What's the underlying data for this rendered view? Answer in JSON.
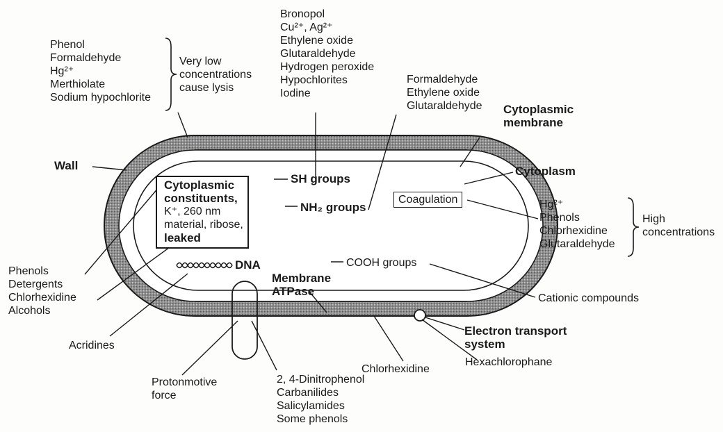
{
  "labels": {
    "group_lysis": [
      "Phenol",
      "Formaldehyde",
      "Hg²⁺",
      "Merthiolate",
      "Sodium hypochlorite"
    ],
    "lysis_note": [
      "Very low",
      "concentrations",
      "cause lysis"
    ],
    "group_sh_agents": [
      "Bronopol",
      "Cu²⁺, Ag²⁺",
      "Ethylene oxide",
      "Glutaraldehyde",
      "Hydrogen peroxide",
      "Hypochlorites",
      "Iodine"
    ],
    "group_nh2_agents": [
      "Formaldehyde",
      "Ethylene oxide",
      "Glutaraldehyde"
    ],
    "cytoplasmic_membrane": [
      "Cytoplasmic",
      "membrane"
    ],
    "wall": "Wall",
    "cytoplasm": "Cytoplasm",
    "sh_groups": "SH groups",
    "nh2_groups": "NH₂ groups",
    "cyto_box": {
      "title1": "Cytoplasmic",
      "title2": "constituents,",
      "line3": "K⁺, 260 nm",
      "line4": "material, ribose,",
      "line5": "leaked"
    },
    "coagulation": "Coagulation",
    "group_coag": [
      "Hg²⁺",
      "Phenols",
      "Chlorhexidine",
      "Glutaraldehyde"
    ],
    "high_conc": [
      "High",
      "concentrations"
    ],
    "group_leak": [
      "Phenols",
      "Detergents",
      "Chlorhexidine",
      "Alcohols"
    ],
    "dna": "DNA",
    "membrane_atpase": [
      "Membrane",
      "ATPase"
    ],
    "cooh_groups": "COOH groups",
    "cationic_compounds": "Cationic compounds",
    "electron_transport": [
      "Electron transport",
      "system"
    ],
    "acridines": "Acridines",
    "chlorhexidine": "Chlorhexidine",
    "hexachlorophane": "Hexachlorophane",
    "protonmotive": [
      "Protonmotive",
      "force"
    ],
    "group_uncouplers": [
      "2, 4-Dinitrophenol",
      "Carbanilides",
      "Salicylamides",
      "Some phenols"
    ]
  }
}
